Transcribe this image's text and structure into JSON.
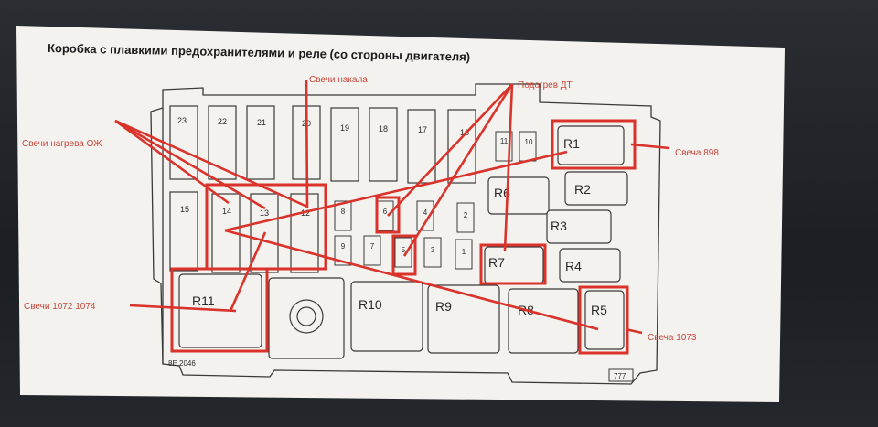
{
  "title": "Коробка с плавкими предохранителями и реле (со стороны двигателя)",
  "annotations": {
    "glow_plugs": "Свечи накала",
    "diesel_heating": "Подогрев ДТ",
    "coolant_heaters": "Свечи нагрева ОЖ",
    "plugs_1072_1074": "Свечи 1072 1074",
    "plug_898": "Свеча 898",
    "plug_1073": "Свеча 1073"
  },
  "fuses_top": [
    "23",
    "22",
    "21",
    "20",
    "19",
    "18",
    "17",
    "16"
  ],
  "fuses_mid": [
    "15",
    "14",
    "13",
    "12"
  ],
  "small_fuses_top": [
    "11",
    "10"
  ],
  "small_fuses_mid": [
    "8",
    "6",
    "4",
    "2"
  ],
  "small_fuses_low": [
    "9",
    "7",
    "5",
    "3",
    "1"
  ],
  "relays": {
    "r1": "R1",
    "r2": "R2",
    "r3": "R3",
    "r4": "R4",
    "r5": "R5",
    "r6": "R6",
    "r7": "R7",
    "r8": "R8",
    "r9": "R9",
    "r10": "R10",
    "r11": "R11"
  },
  "code_left": "8E 2046",
  "code_right": "777",
  "colors": {
    "accent": "#d9332b",
    "annotation_text": "#c8463c",
    "line": "#3a3a3a",
    "paper": "#f3f2ee"
  }
}
